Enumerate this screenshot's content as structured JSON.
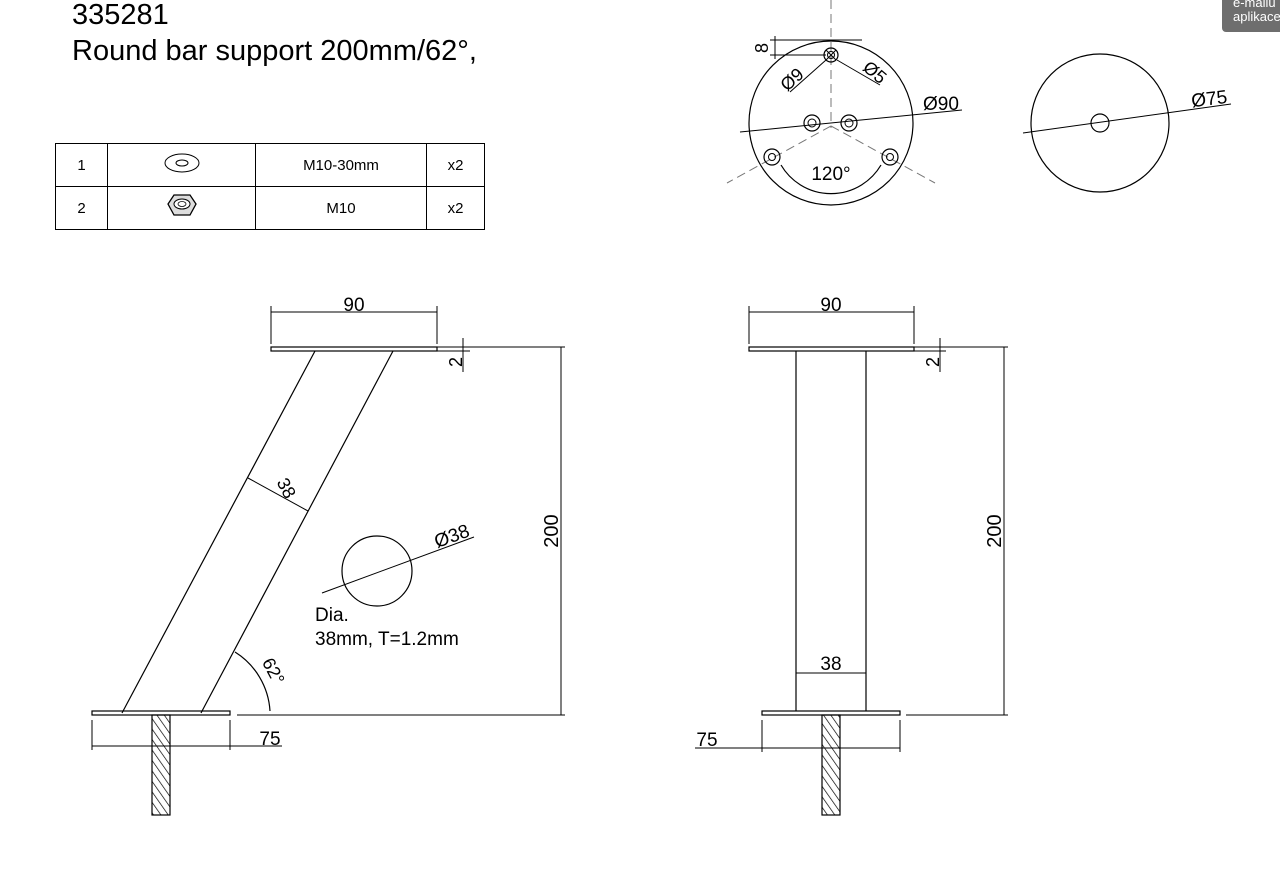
{
  "header": {
    "code": "335281",
    "name": "Round bar support 200mm/62°,"
  },
  "parts_table": [
    {
      "no": "1",
      "icon": "washer-icon",
      "spec": "M10-30mm",
      "qty": "x2"
    },
    {
      "no": "2",
      "icon": "hex-nut-icon",
      "spec": "M10",
      "qty": "x2"
    }
  ],
  "top_view": {
    "dim_offset": "8",
    "dim_hole_large": "Ø9",
    "dim_hole_small": "Ø5",
    "dim_plate": "Ø90",
    "dim_angle": "120°"
  },
  "bottom_view": {
    "dim_plate": "Ø75"
  },
  "side_view": {
    "dim_top_width": "90",
    "dim_thickness": "2",
    "dim_tube": "38",
    "dim_section": "Ø38",
    "section_note_1": "Dia.",
    "section_note_2": "38mm, T=1.2mm",
    "dim_angle": "62°",
    "dim_height": "200",
    "dim_base": "75"
  },
  "front_view": {
    "dim_top_width": "90",
    "dim_thickness": "2",
    "dim_height": "200",
    "dim_tube": "38",
    "dim_base": "75"
  },
  "corner_badge": {
    "line1": "e-mailu",
    "line2": "aplikace"
  }
}
